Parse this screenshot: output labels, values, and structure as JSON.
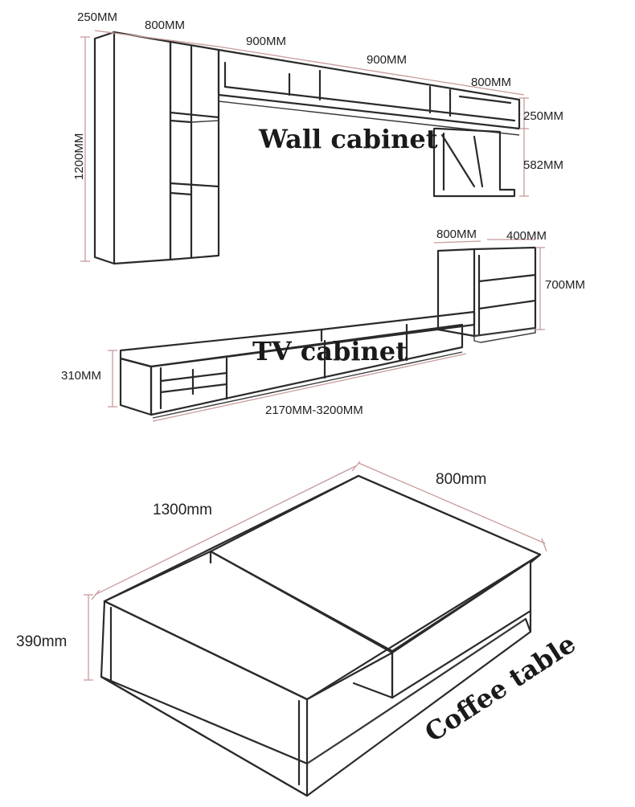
{
  "wall_cabinet": {
    "title": "Wall cabinet",
    "dims": {
      "d250": "250MM",
      "w800_left": "800MM",
      "w900_a": "900MM",
      "w900_b": "900MM",
      "w800_right": "800MM",
      "h250": "250MM",
      "h582": "582MM",
      "h1200": "1200MM"
    }
  },
  "tv_cabinet": {
    "title": "TV cabinet",
    "dims": {
      "w800": "800MM",
      "d400": "400MM",
      "h700": "700MM",
      "h310": "310MM",
      "length": "2170MM-3200MM"
    }
  },
  "coffee_table": {
    "title": "Coffee table",
    "dims": {
      "length": "1300mm",
      "width": "800mm",
      "height": "390mm"
    }
  }
}
